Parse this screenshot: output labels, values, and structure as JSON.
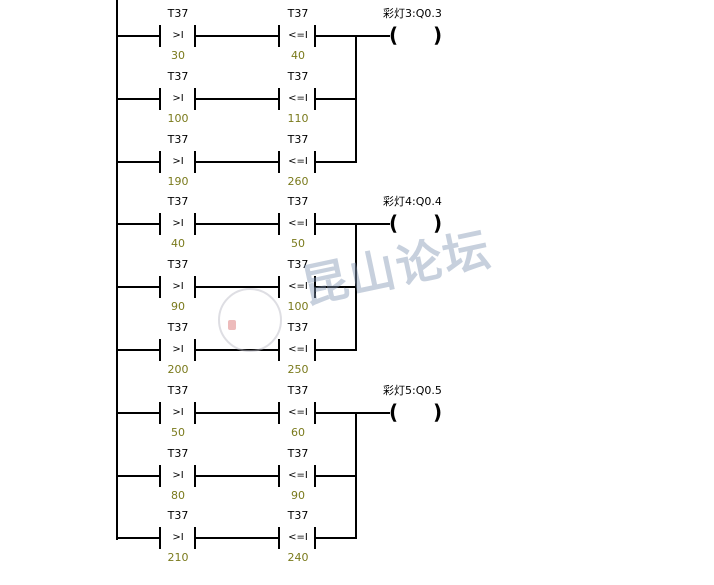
{
  "diagram": {
    "timer": "T37",
    "ops": {
      "gt": ">I",
      "le": "<=I"
    },
    "groups": [
      {
        "coil": "彩灯3:Q0.3",
        "rungs": [
          [
            "30",
            "40"
          ],
          [
            "100",
            "110"
          ],
          [
            "190",
            "260"
          ]
        ]
      },
      {
        "coil": "彩灯4:Q0.4",
        "rungs": [
          [
            "40",
            "50"
          ],
          [
            "90",
            "100"
          ],
          [
            "200",
            "250"
          ]
        ]
      },
      {
        "coil": "彩灯5:Q0.5",
        "rungs": [
          [
            "50",
            "60"
          ],
          [
            "80",
            "90"
          ],
          [
            "210",
            "240"
          ]
        ]
      }
    ]
  },
  "watermark": "昆山论坛",
  "colors": {
    "value": "#7a7a1c",
    "line": "#000000"
  }
}
